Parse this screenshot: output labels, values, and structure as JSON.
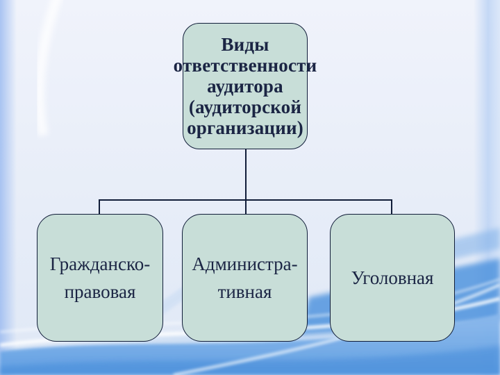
{
  "slide": {
    "kind": "presentation-slide-diagram",
    "diagram": {
      "root": {
        "label": "Виды\nответственности\nаудитора\n(аудиторской\nорганизации)"
      },
      "children": [
        {
          "id": "civil",
          "label": "Гражданско-\nправовая"
        },
        {
          "id": "administrative",
          "label": "Администра-\nтивная"
        },
        {
          "id": "criminal",
          "label": "Уголовная"
        }
      ]
    },
    "colors": {
      "box_fill": "#c8ded8",
      "box_border": "#101c38",
      "text": "#1b2544",
      "connector": "#101c38",
      "background_top": "#f0f3fb",
      "background_bottom": "#dfe8f6",
      "wave_blue_strong": "#4a90dd",
      "wave_blue_soft": "#b9d4f2",
      "left_edge_band": "#9cbbf0",
      "streak_white": "#ffffff"
    }
  }
}
